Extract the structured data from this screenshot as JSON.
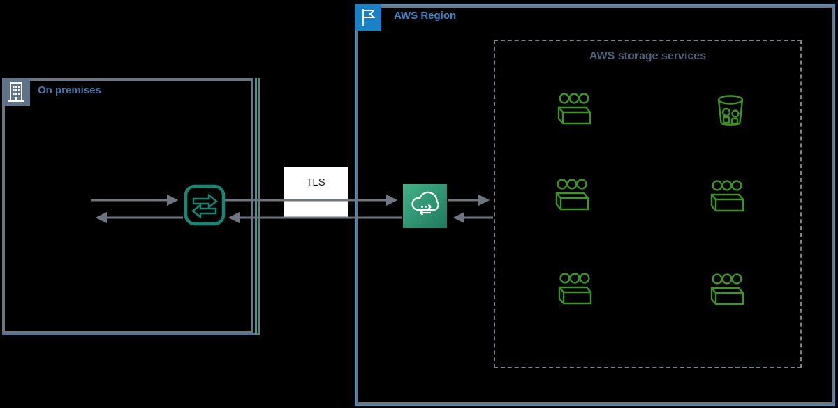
{
  "on_premises": {
    "label": "On premises",
    "icon": "building-icon"
  },
  "aws_region": {
    "label": "AWS Region",
    "icon": "flag-icon"
  },
  "storage_group": {
    "title": "AWS storage services",
    "icons": [
      "storage-tray-icon",
      "storage-bucket-icon",
      "storage-tray-icon",
      "storage-tray-icon",
      "storage-tray-icon",
      "storage-tray-icon"
    ]
  },
  "connection": {
    "tls_label": "TLS",
    "agent_icon": "data-transfer-agent-icon",
    "service_icon": "cloud-data-transfer-icon"
  },
  "colors": {
    "background": "#000000",
    "box_border_gray": "#6e7681",
    "region_border_blue": "#4a8fc7",
    "teal_boundary": "#2ea08e",
    "on_prem_label": "#4678ae",
    "region_label": "#3c86c8",
    "storage_title": "#51627c",
    "storage_icon_green": "#3f9426",
    "agent_teal": "#168775",
    "service_green_light": "#43b189",
    "service_green_dark": "#1e7a5d",
    "building_square": "#5f7287",
    "flag_square": "#1a80c8",
    "tls_box": "#ffffff"
  }
}
